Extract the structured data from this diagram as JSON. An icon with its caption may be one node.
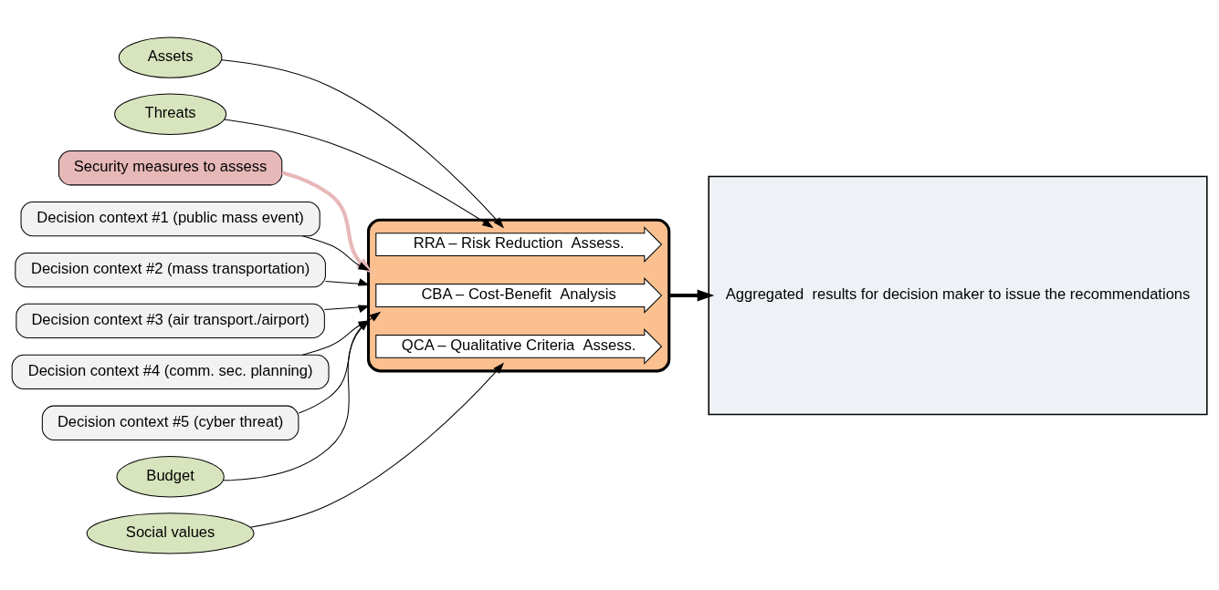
{
  "diagram": {
    "nodes": [
      {
        "text": [
          "Assets"
        ]
      },
      {
        "text": [
          "Security measures to assess"
        ]
      },
      {
        "text": [
          "Decision context #1 (public mass event)"
        ]
      },
      {
        "text": [
          "Decision context #2 (mass transportation)"
        ]
      },
      {
        "text": [
          "Decision context #3 (air transport./airport)"
        ]
      },
      {
        "text": [
          "Decision context #4 (comm. sec. planning)"
        ]
      },
      {
        "text": [
          "Decision context #5 (cyber threat)"
        ]
      },
      {
        "text": [
          "Threats"
        ]
      },
      {
        "text": [],
        "shape": "box"
      },
      {
        "text": [
          "RRA – Risk Reduction  Assess."
        ],
        "in": 8
      },
      {
        "text": [
          "CBA – Cost-Benefit  Analysis"
        ],
        "in": 8
      },
      {
        "text": [
          "QCA – Qualitative Criteria  Assess."
        ],
        "in": 8
      },
      {
        "text": [
          "Budget"
        ]
      },
      {
        "text": [
          "Social values"
        ]
      },
      {
        "text": [
          "Aggregated  results for decision maker to issue the recommendations"
        ]
      }
    ],
    "edges": [
      {
        "from": 0,
        "to": 9,
        "arrow": "to"
      },
      {
        "from": 7,
        "to": 9,
        "arrow": "to"
      },
      {
        "from": 2,
        "to": 8,
        "arrow": "to"
      },
      {
        "from": 3,
        "to": 8,
        "arrow": "to"
      },
      {
        "from": 4,
        "to": 8,
        "arrow": "to"
      },
      {
        "from": 5,
        "to": 8,
        "arrow": "to"
      },
      {
        "from": 6,
        "to": 8,
        "arrow": "to"
      },
      {
        "from": 1,
        "to": 8,
        "arrow": "to",
        "style": "thick",
        "color": "#e6b8b7"
      },
      {
        "from": 12,
        "to": 10,
        "arrow": "to"
      },
      {
        "from": 13,
        "to": 11,
        "arrow": "to"
      },
      {
        "from": 8,
        "to": 14,
        "arrow": "to",
        "style": "thick"
      }
    ]
  }
}
